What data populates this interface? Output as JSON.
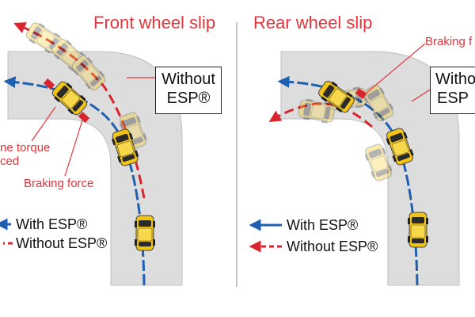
{
  "left_panel": {
    "title": "Front wheel slip",
    "box_line1": "Without",
    "box_line2": "ESP®",
    "callout_torque_line1": "ne torque",
    "callout_torque_line2": "ced",
    "callout_braking": "Braking force",
    "legend_with": "With ESP®",
    "legend_without": "Without ESP®"
  },
  "right_panel": {
    "title": "Rear wheel slip",
    "box_line1": "Witho",
    "box_line2": "ESP",
    "callout_braking": "Braking f",
    "legend_with": "With ESP®",
    "legend_without": "Without ESP®"
  },
  "colors": {
    "road": "#dddddd",
    "car_body": "#f2c413",
    "car_glass": "#2a2a2a",
    "with_esp": "#1f5fb0",
    "without_esp": "#d9242e",
    "accent_text": "#e5343c"
  },
  "icons": [
    "car-icon",
    "arrow-icon",
    "dashed-arrow-icon"
  ]
}
